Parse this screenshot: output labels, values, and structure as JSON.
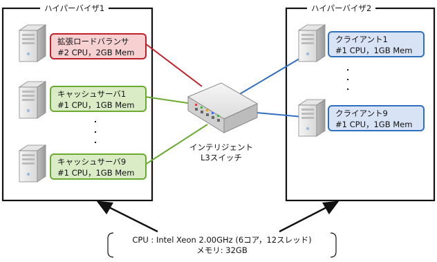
{
  "hypervisor1": {
    "title": "ハイパーバイザ1"
  },
  "hypervisor2": {
    "title": "ハイパーバイザ2"
  },
  "lb": {
    "name": "拡張ロードバランサ",
    "spec": "#2 CPU，2GB Mem"
  },
  "cache1": {
    "name": "キャッシュサーバ1",
    "spec": "#1 CPU，1GB Mem"
  },
  "cache9": {
    "name": "キャッシュサーバ9",
    "spec": "#1 CPU，1GB Mem"
  },
  "client1": {
    "name": "クライアント1",
    "spec": "#1 CPU，1GB Mem"
  },
  "client9": {
    "name": "クライアント9",
    "spec": "#1 CPU，1GB Mem"
  },
  "switch": {
    "line1": "インテリジェント",
    "line2": "L3スイッチ"
  },
  "hardware": {
    "cpu": "CPU : Intel Xeon 2.00GHz (6コア，12スレッド)",
    "memory": "メモリ: 32GB"
  },
  "colors": {
    "lb": "#c0202a",
    "cache": "#6aab2f",
    "client": "#2f6fc0"
  },
  "icons": {
    "server": "server-tower-icon",
    "switch": "network-switch-icon"
  }
}
